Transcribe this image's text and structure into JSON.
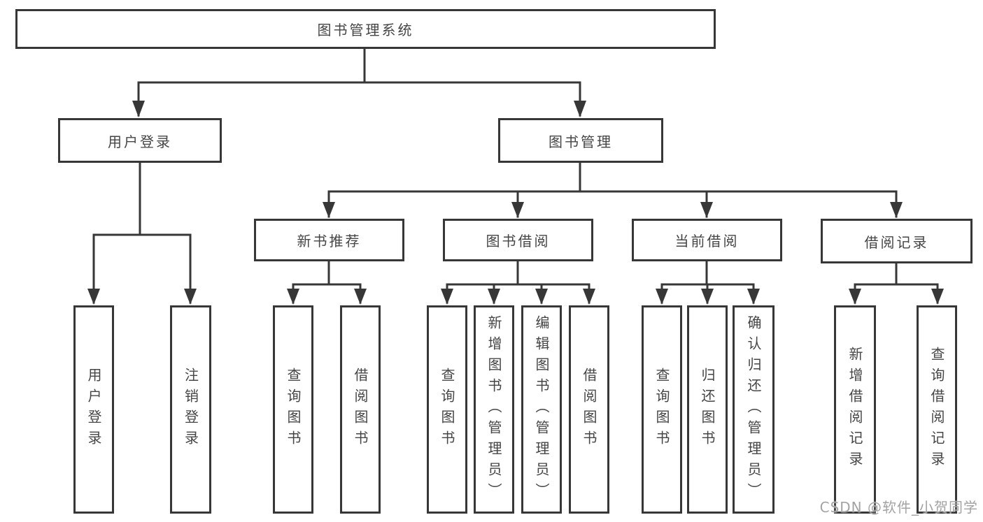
{
  "colors": {
    "line": "#373737",
    "text": "#454545",
    "box_bg": "#ffffff",
    "watermark": "#a3a3a3",
    "background": "#ffffff"
  },
  "tree": {
    "label": "图书管理系统",
    "children": [
      {
        "label": "用户登录",
        "children": [
          {
            "label": "用户登录"
          },
          {
            "label": "注销登录"
          }
        ]
      },
      {
        "label": "图书管理",
        "children": [
          {
            "label": "新书推荐",
            "children": [
              {
                "label": "查询图书"
              },
              {
                "label": "借阅图书"
              }
            ]
          },
          {
            "label": "图书借阅",
            "children": [
              {
                "label": "查询图书"
              },
              {
                "label": "新增图书（管理员）"
              },
              {
                "label": "编辑图书（管理员）"
              },
              {
                "label": "借阅图书"
              }
            ]
          },
          {
            "label": "当前借阅",
            "children": [
              {
                "label": "查询图书"
              },
              {
                "label": "归还图书"
              },
              {
                "label": "确认归还（管理员）"
              }
            ]
          },
          {
            "label": "借阅记录",
            "children": [
              {
                "label": "新增借阅记录"
              },
              {
                "label": "查询借阅记录"
              }
            ]
          }
        ]
      }
    ]
  },
  "watermark": {
    "text": "CSDN @软件_小贺同学"
  }
}
